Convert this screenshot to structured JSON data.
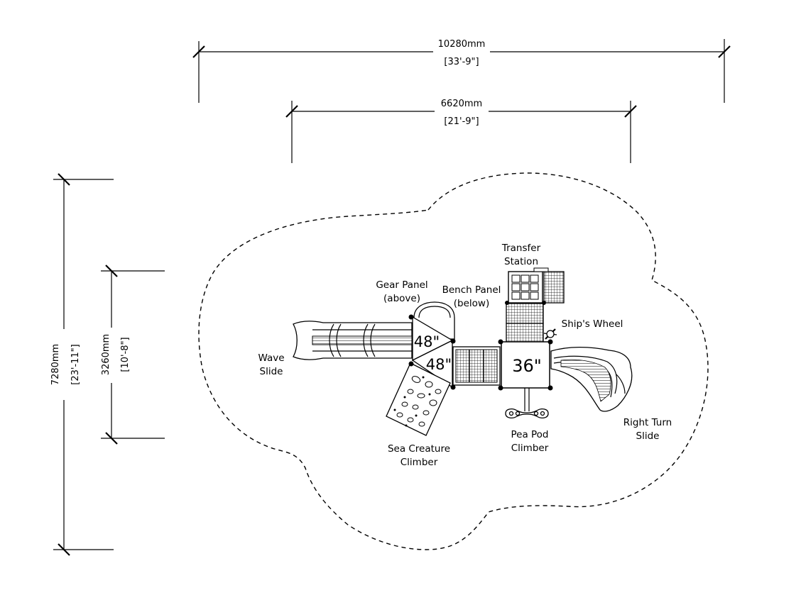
{
  "dimensions": {
    "overall_width_mm": "10280mm",
    "overall_width_ft": "[33'-9\"]",
    "structure_width_mm": "6620mm",
    "structure_width_ft": "[21'-9\"]",
    "overall_depth_mm": "7280mm",
    "overall_depth_ft": "[23'-11\"]",
    "structure_depth_mm": "3260mm",
    "structure_depth_ft": "[10'-8\"]"
  },
  "decks": {
    "deck_a": "48\"",
    "deck_b": "48\"",
    "deck_c": "36\""
  },
  "labels": {
    "transfer_station": [
      "Transfer",
      "Station"
    ],
    "gear_panel": [
      "Gear Panel",
      "(above)"
    ],
    "bench_panel": [
      "Bench Panel",
      "(below)"
    ],
    "ships_wheel": [
      "Ship's Wheel"
    ],
    "wave_slide": [
      "Wave",
      "Slide"
    ],
    "right_turn_slide": [
      "Right Turn",
      "Slide"
    ],
    "pea_pod_climber": [
      "Pea Pod",
      "Climber"
    ],
    "sea_creature_climber": [
      "Sea Creature",
      "Climber"
    ]
  },
  "colors": {
    "ink": "#000000",
    "paper": "#ffffff"
  }
}
